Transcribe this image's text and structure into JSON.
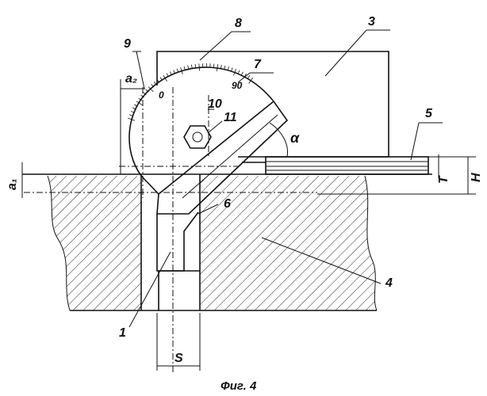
{
  "figure": {
    "caption": "Фиг. 4",
    "labels": {
      "l1": "1",
      "l3": "3",
      "l4": "4",
      "l5": "5",
      "l6": "6",
      "l7": "7",
      "l8": "8",
      "l9": "9",
      "l10": "10",
      "l11": "11",
      "alpha": "α",
      "S": "S",
      "T": "T",
      "H": "H",
      "a1": "a₁",
      "a2": "a₂"
    },
    "scale_marks": {
      "zero": "0",
      "ninety": "90"
    }
  }
}
